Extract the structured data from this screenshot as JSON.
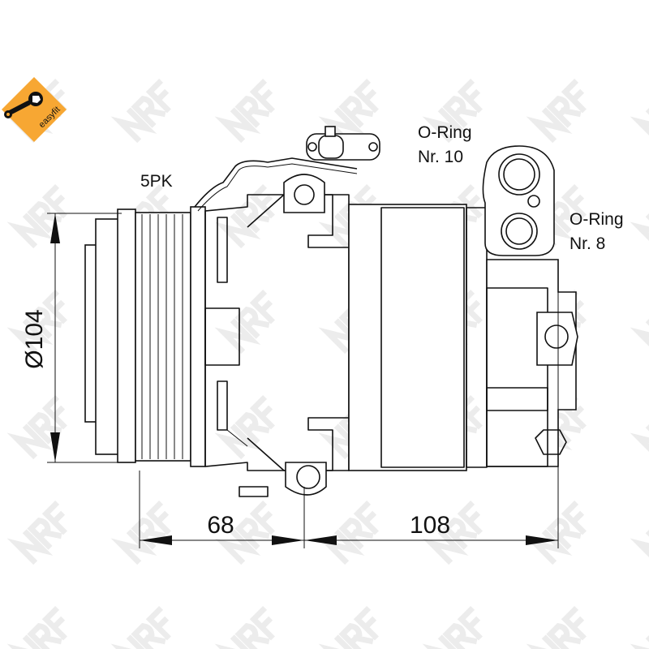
{
  "logo": {
    "text": "easyfit",
    "color": "#f7a733"
  },
  "watermark": "NRF",
  "labels": {
    "belt": "5PK",
    "oring_10_line1": "O-Ring",
    "oring_10_line2": "Nr. 10",
    "oring_8_line1": "O-Ring",
    "oring_8_line2": "Nr. 8"
  },
  "dimensions": {
    "diameter": "Ø104",
    "front_length": "68",
    "rear_length": "108"
  }
}
